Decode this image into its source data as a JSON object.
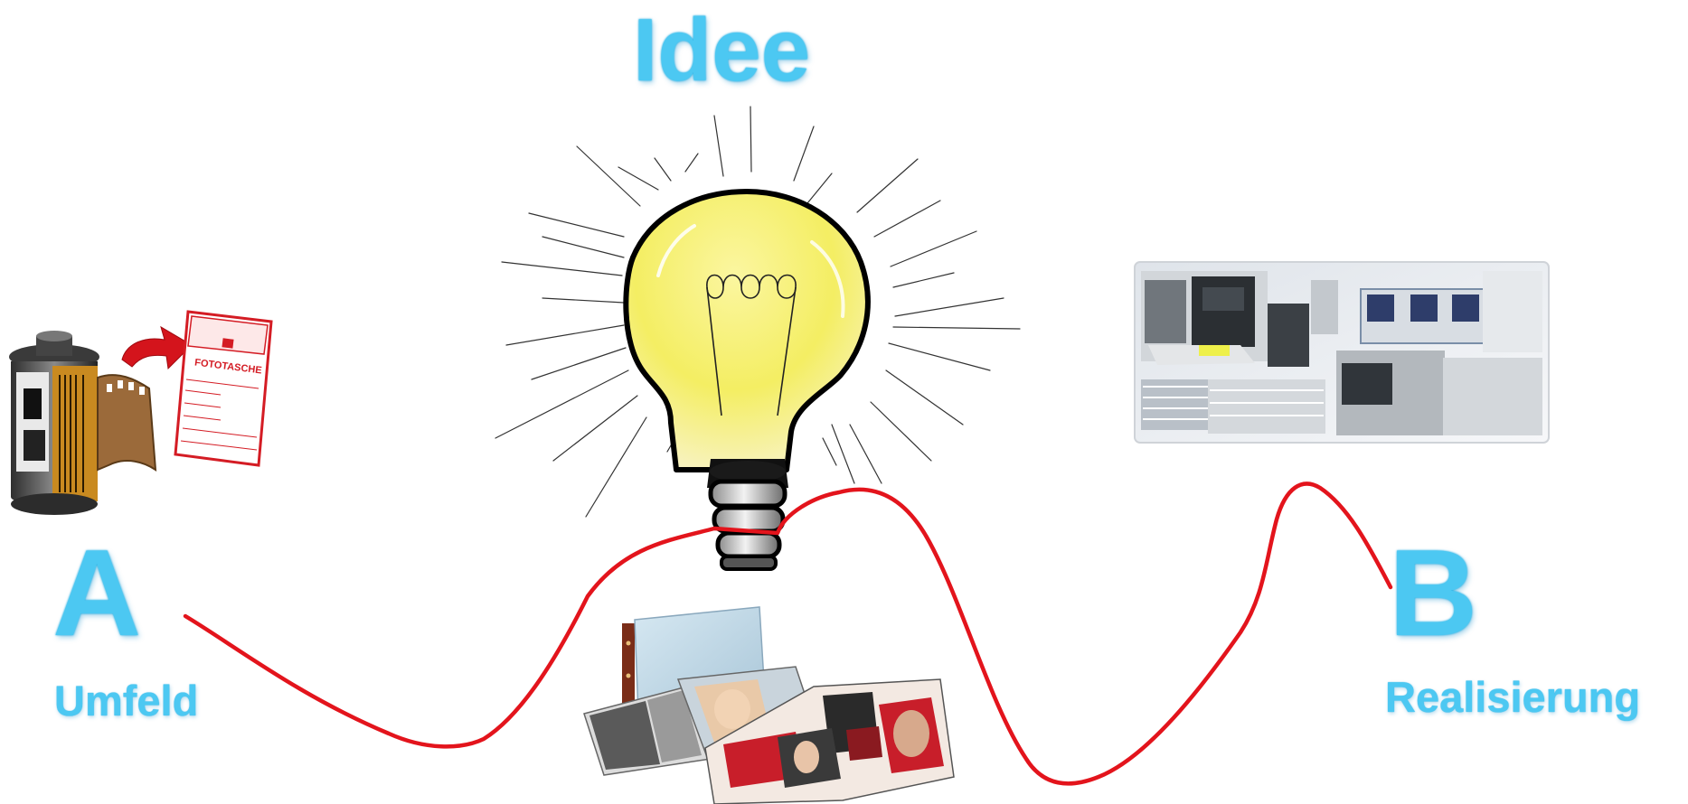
{
  "diagram": {
    "title": "Idee",
    "start": {
      "letter": "A",
      "label": "Umfeld"
    },
    "end": {
      "letter": "B",
      "label": "Realisierung"
    },
    "film_pocket_text": "FOTOTASCHE"
  },
  "colors": {
    "label_blue": "#4cc8f2",
    "path_red": "#e3141c",
    "bulb_yellow": "#f4ee63"
  },
  "icons": {
    "film": "film-canister-icon",
    "arrow": "red-curved-arrow-icon",
    "pocket": "photo-pocket-icon",
    "bulb": "lightbulb-icon",
    "albums": "photo-albums-icon",
    "factory": "print-factory-photo"
  }
}
